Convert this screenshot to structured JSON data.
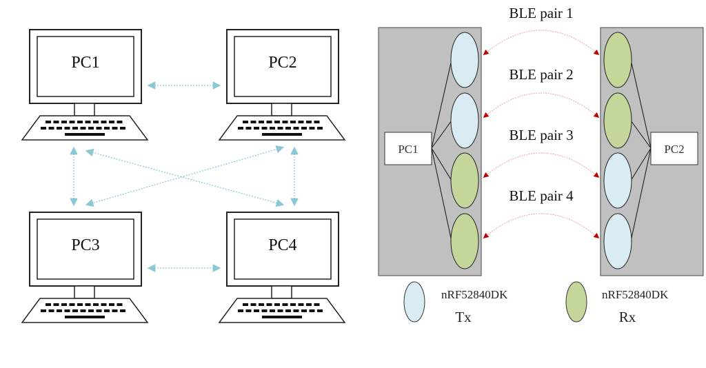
{
  "left_diagram": {
    "computers": [
      {
        "id": "pc1",
        "label": "PC1"
      },
      {
        "id": "pc2",
        "label": "PC2"
      },
      {
        "id": "pc3",
        "label": "PC3"
      },
      {
        "id": "pc4",
        "label": "PC4"
      }
    ],
    "link_color": "#8cc7d6",
    "links": [
      [
        "PC1",
        "PC2"
      ],
      [
        "PC3",
        "PC4"
      ],
      [
        "PC1",
        "PC3"
      ],
      [
        "PC2",
        "PC4"
      ],
      [
        "PC1",
        "PC4"
      ],
      [
        "PC2",
        "PC3"
      ]
    ]
  },
  "right_diagram": {
    "tx_host": {
      "label": "PC1"
    },
    "rx_host": {
      "label": "PC2"
    },
    "panel_color": "#c0c0c0",
    "tx_color": "#d9ecf3",
    "rx_color": "#c5d69b",
    "arrow_color": "#c00000",
    "pairs": [
      {
        "label": "BLE pair 1",
        "left": "tx",
        "right": "rx"
      },
      {
        "label": "BLE pair 2",
        "left": "tx",
        "right": "rx"
      },
      {
        "label": "BLE pair 3",
        "left": "rx",
        "right": "tx"
      },
      {
        "label": "BLE pair 4",
        "left": "rx",
        "right": "tx"
      }
    ],
    "legend": [
      {
        "kind": "tx",
        "device": "nRF52840DK",
        "role": "Tx"
      },
      {
        "kind": "rx",
        "device": "nRF52840DK",
        "role": "Rx"
      }
    ]
  }
}
